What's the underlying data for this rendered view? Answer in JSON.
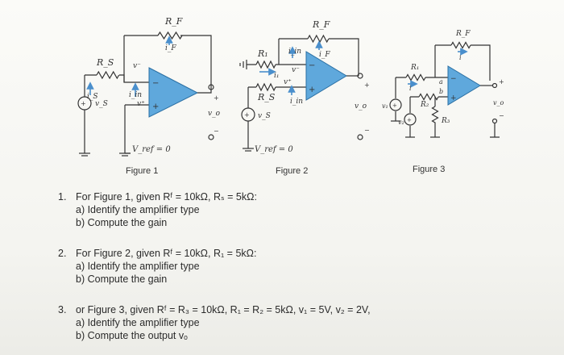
{
  "figures": {
    "fig1": {
      "caption": "Figure 1",
      "labels": {
        "rf": "R_F",
        "if": "i_F",
        "rs": "R_S",
        "is": "i_S",
        "vs": "v_S",
        "vminus": "v⁻",
        "iin": "i_in",
        "vplus": "v⁺",
        "vo": "v_o",
        "vref": "V_ref = 0",
        "plus": "+",
        "minus": "−"
      }
    },
    "fig2": {
      "caption": "Figure 2",
      "labels": {
        "rf": "R_F",
        "if": "i_F",
        "r1": "R₁",
        "i1": "i₁",
        "iin_top": "i_in",
        "vminus": "v⁻",
        "vplus": "v⁺",
        "rs": "R_S",
        "iin_bot": "i_in",
        "vs": "v_S",
        "vo": "v_o",
        "vref": "V_ref = 0",
        "plus": "+",
        "minus": "−"
      }
    },
    "fig3": {
      "caption": "Figure 3",
      "labels": {
        "rf": "R_F",
        "i_top": "i",
        "r1": "R₁",
        "i1": "i",
        "a": "a",
        "b": "b",
        "r2": "R₂",
        "r3": "R₃",
        "v1": "v₁",
        "v2": "v₂",
        "vo": "v_o",
        "plus": "+",
        "minus": "−"
      }
    }
  },
  "questions": [
    {
      "number": "1.",
      "text": "For Figure 1, given Rᶠ = 10kΩ, Rₛ = 5kΩ:",
      "a": "a) Identify the amplifier type",
      "b": "b) Compute the gain"
    },
    {
      "number": "2.",
      "text": "For Figure 2, given Rᶠ = 10kΩ, R₁ = 5kΩ:",
      "a": "a) Identify the amplifier type",
      "b": "b) Compute the gain"
    },
    {
      "number": "3.",
      "text": "or Figure 3, given Rᶠ = R₃ = 10kΩ, R₁ = R₂ = 5kΩ, v₁ = 5V, v₂ = 2V,",
      "a": "a) Identify the amplifier type",
      "b": "b) Compute the output vₒ"
    }
  ]
}
